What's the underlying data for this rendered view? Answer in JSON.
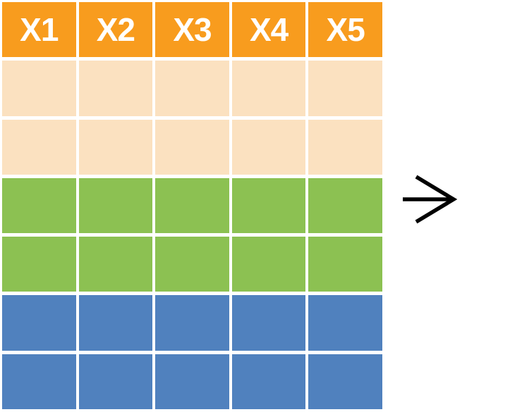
{
  "canvas": {
    "background": "#FFFFFF"
  },
  "table": {
    "columns": [
      "X1",
      "X2",
      "X3",
      "X4",
      "X5"
    ],
    "header": {
      "bg": "#F89C1E",
      "text_color": "#FFFFFF"
    },
    "body_rows": [
      {
        "group": "group-top",
        "color": "#FBE1C0"
      },
      {
        "group": "group-top",
        "color": "#FBE1C0"
      },
      {
        "group": "group-middle",
        "color": "#8CC152"
      },
      {
        "group": "group-middle",
        "color": "#8CC152"
      },
      {
        "group": "group-bottom",
        "color": "#5081BE"
      },
      {
        "group": "group-bottom",
        "color": "#5081BE"
      }
    ]
  },
  "arrow": {
    "label": "right-arrow",
    "color": "#000000"
  }
}
